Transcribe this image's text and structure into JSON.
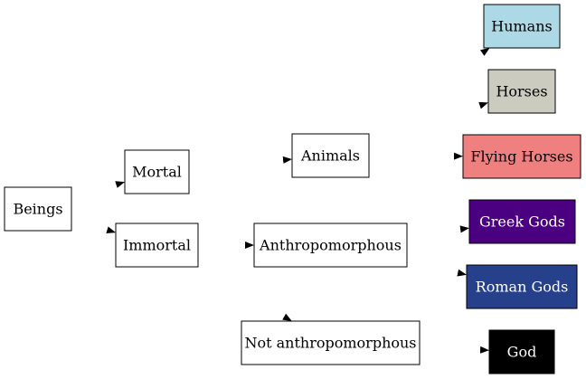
{
  "diagram": {
    "nodes": {
      "beings": {
        "label": "Beings",
        "fill": "#ffffff",
        "text_color": "#000000"
      },
      "mortal": {
        "label": "Mortal",
        "fill": "#ffffff",
        "text_color": "#000000"
      },
      "immortal": {
        "label": "Immortal",
        "fill": "#ffffff",
        "text_color": "#000000"
      },
      "animals": {
        "label": "Animals",
        "fill": "#ffffff",
        "text_color": "#000000"
      },
      "anthropomorphous": {
        "label": "Anthropomorphous",
        "fill": "#ffffff",
        "text_color": "#000000"
      },
      "not_anthropomorphous": {
        "label": "Not anthropomorphous",
        "fill": "#ffffff",
        "text_color": "#000000"
      },
      "humans": {
        "label": "Humans",
        "fill": "#add8e6",
        "text_color": "#000000"
      },
      "horses": {
        "label": "Horses",
        "fill": "#cccbc0",
        "text_color": "#000000"
      },
      "flying_horses": {
        "label": "Flying Horses",
        "fill": "#f08080",
        "text_color": "#000000"
      },
      "greek_gods": {
        "label": "Greek Gods",
        "fill": "#4b0082",
        "text_color": "#ffffff"
      },
      "roman_gods": {
        "label": "Roman Gods",
        "fill": "#27408b",
        "text_color": "#ffffff"
      },
      "god": {
        "label": "God",
        "fill": "#000000",
        "text_color": "#ffffff"
      }
    },
    "edges": [
      {
        "from": "beings",
        "to": "mortal"
      },
      {
        "from": "beings",
        "to": "immortal"
      },
      {
        "from": "mortal",
        "to": "animals"
      },
      {
        "from": "immortal",
        "to": "anthropomorphous"
      },
      {
        "from": "immortal",
        "to": "not_anthropomorphous"
      },
      {
        "from": "animals",
        "to": "humans"
      },
      {
        "from": "animals",
        "to": "horses"
      },
      {
        "from": "animals",
        "to": "flying_horses"
      },
      {
        "from": "anthropomorphous",
        "to": "greek_gods"
      },
      {
        "from": "anthropomorphous",
        "to": "roman_gods"
      },
      {
        "from": "not_anthropomorphous",
        "to": "god"
      }
    ]
  }
}
